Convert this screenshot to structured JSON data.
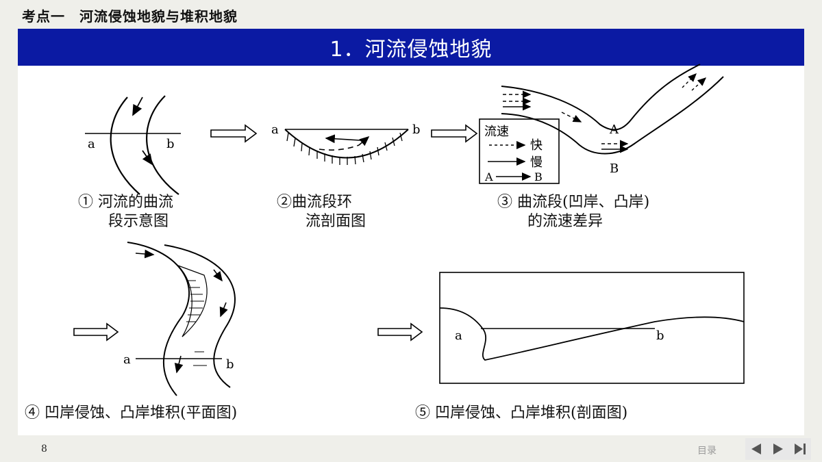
{
  "header": {
    "title": "考点一　河流侵蚀地貌与堆积地貌"
  },
  "banner": {
    "title": "1．河流侵蚀地貌"
  },
  "diagram1": {
    "label_a": "a",
    "label_b": "b",
    "caption_line1": "① 河流的曲流",
    "caption_line2": "段示意图"
  },
  "diagram2": {
    "label_a": "a",
    "label_b": "b",
    "caption_line1": "②曲流段环",
    "caption_line2": "流剖面图"
  },
  "diagram3": {
    "legend_title": "流速",
    "legend_fast": "快",
    "legend_slow": "慢",
    "legend_compare": "A",
    "legend_compare_b": "B",
    "label_A": "A",
    "label_B": "B",
    "caption_line1": "③ 曲流段(凹岸、凸岸)",
    "caption_line2": "的流速差异"
  },
  "diagram4": {
    "label_a": "a",
    "label_b": "b",
    "caption": "④ 凹岸侵蚀、凸岸堆积(平面图)"
  },
  "diagram5": {
    "label_a": "a",
    "label_b": "b",
    "caption": "⑤ 凹岸侵蚀、凸岸堆积(剖面图)"
  },
  "footer": {
    "page_number": "8",
    "toc_label": "目录"
  },
  "colors": {
    "banner": "#0b1aa3",
    "background": "#efefea"
  },
  "icons": [
    "nav-prev-icon",
    "nav-next-icon",
    "nav-last-icon"
  ]
}
